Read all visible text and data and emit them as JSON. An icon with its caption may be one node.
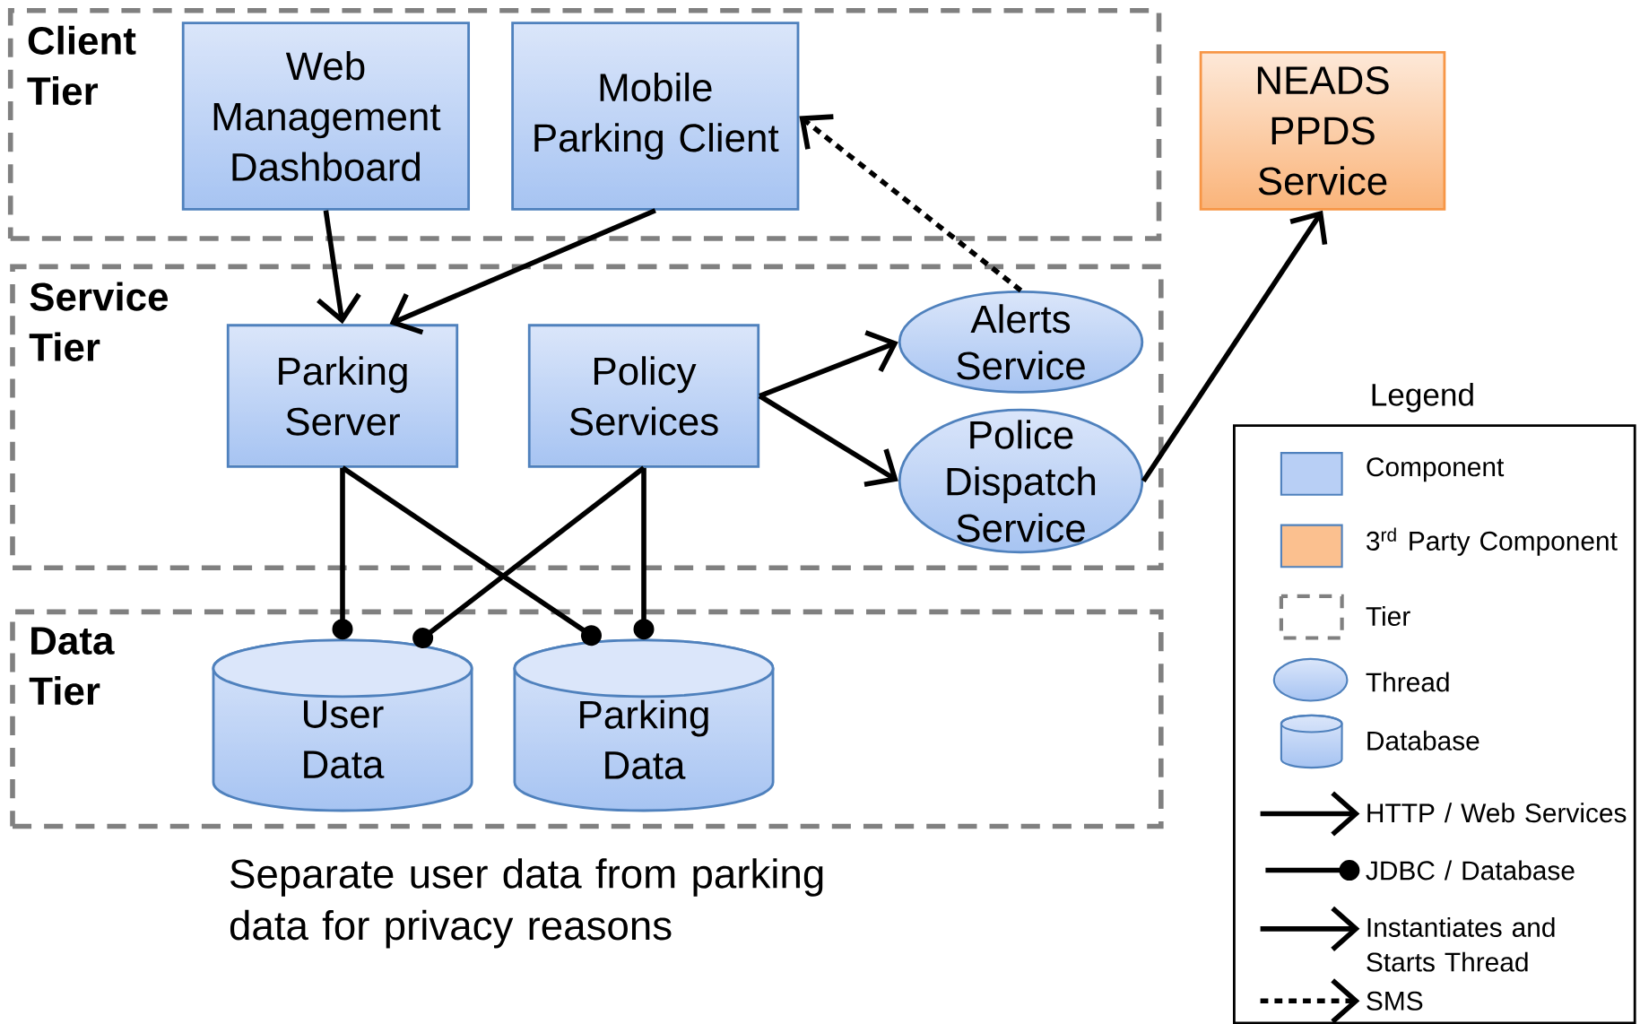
{
  "diagram": {
    "nodes": [
      {
        "text": [
          "Client Tier"
        ]
      },
      {
        "text": [
          "Web Management Dashboard"
        ],
        "in": 0
      },
      {
        "text": [
          "Mobile Parking Client"
        ],
        "in": 0
      },
      {
        "text": [
          "NEADS PPDS Service"
        ]
      },
      {
        "text": [
          "Service Tier"
        ]
      },
      {
        "text": [
          "Parking Server"
        ],
        "in": 4
      },
      {
        "text": [
          "Policy Services"
        ],
        "in": 4
      },
      {
        "text": [
          "Alerts Service"
        ],
        "in": 4
      },
      {
        "text": [
          "Police Dispatch Service"
        ],
        "in": 4
      },
      {
        "text": [
          "Data Tier"
        ]
      },
      {
        "text": [
          "User Data"
        ],
        "in": 9
      },
      {
        "text": [
          "Parking Data"
        ],
        "in": 9
      }
    ],
    "edges": [
      {
        "from": 1,
        "to": 5,
        "arrow": "to"
      },
      {
        "from": 2,
        "to": 5,
        "arrow": "to"
      },
      {
        "from": 7,
        "to": 2,
        "arrow": "to",
        "style": "dashed"
      },
      {
        "from": 6,
        "to": 7,
        "arrow": "to"
      },
      {
        "from": 6,
        "to": 8,
        "arrow": "to"
      },
      {
        "from": 8,
        "to": 3,
        "arrow": "to"
      },
      {
        "from": 5,
        "to": 10,
        "arrow": "other"
      },
      {
        "from": 5,
        "to": 11,
        "arrow": "other"
      },
      {
        "from": 6,
        "to": 10,
        "arrow": "other"
      },
      {
        "from": 6,
        "to": 11,
        "arrow": "other"
      }
    ],
    "labels": [
      "Legend",
      "Separate user data from parking data for privacy reasons"
    ],
    "legend": [
      {
        "text": "Component",
        "color": "#b8cff5"
      },
      {
        "text": "3$^{rd}$ Party Component",
        "color": "#fbc08f"
      },
      {
        "text": "Tier"
      },
      {
        "text": "Thread"
      },
      {
        "text": "Database"
      },
      {
        "text": "HTTP / Web Services"
      },
      {
        "text": "JDBC / Database"
      },
      {
        "text": "Instantiates and Starts Thread"
      },
      {
        "text": "SMS"
      }
    ]
  }
}
